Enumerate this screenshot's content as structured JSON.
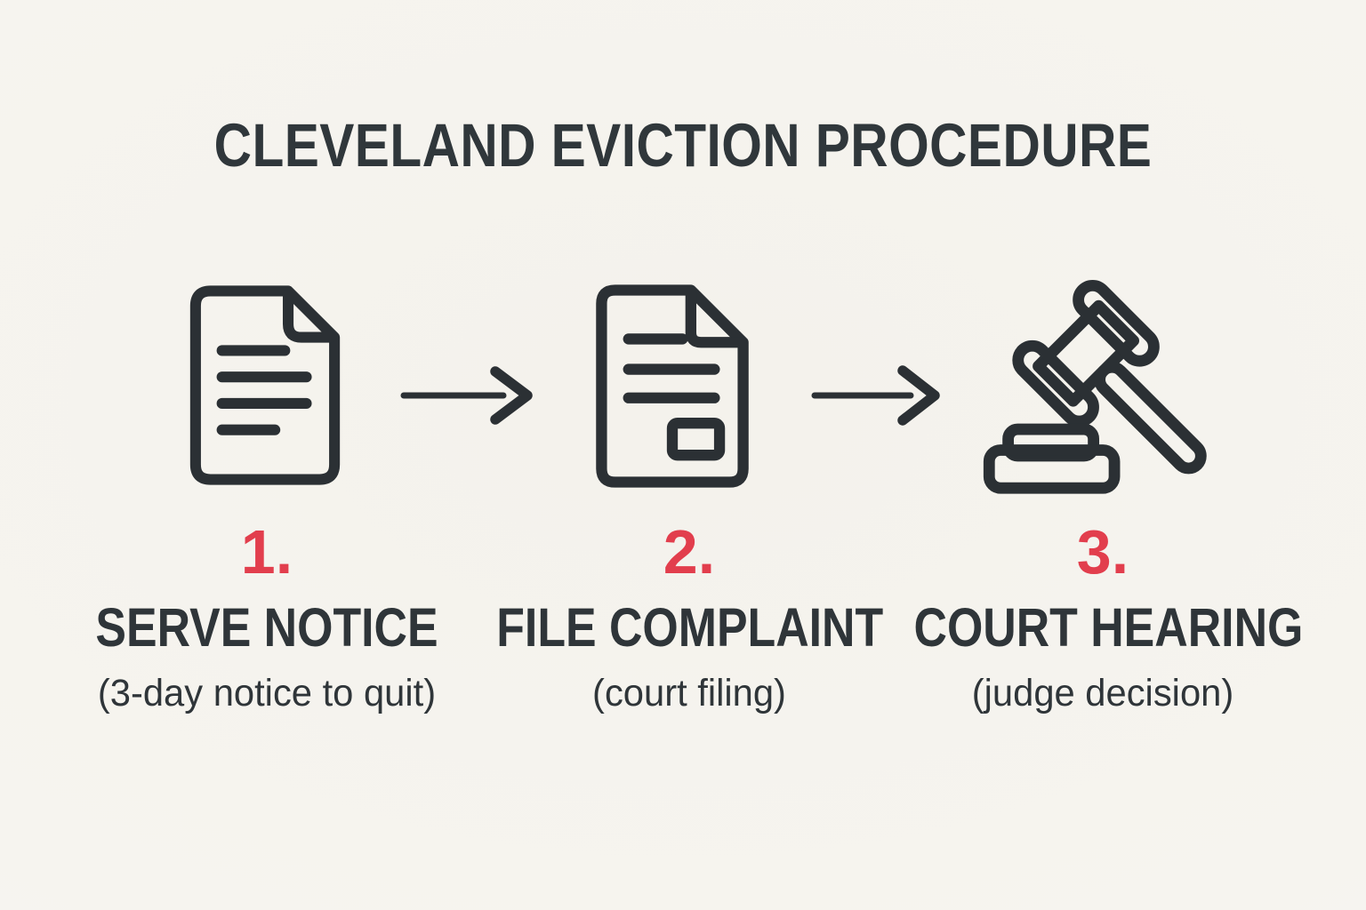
{
  "title": "CLEVELAND EVICTION PROCEDURE",
  "colors": {
    "background": "#f6f4ef",
    "ink": "#2f3539",
    "accent": "#e23e4d"
  },
  "steps": [
    {
      "number": "1.",
      "label": "SERVE NOTICE",
      "sublabel": "(3-day notice to quit)",
      "icon": "notice-document-icon"
    },
    {
      "number": "2.",
      "label": "FILE COMPLAINT",
      "sublabel": "(court filing)",
      "icon": "complaint-document-icon"
    },
    {
      "number": "3.",
      "label": "COURT HEARING",
      "sublabel": "(judge decision)",
      "icon": "gavel-icon"
    }
  ],
  "connectors": [
    {
      "icon": "arrow-right-icon"
    },
    {
      "icon": "arrow-right-icon"
    }
  ]
}
